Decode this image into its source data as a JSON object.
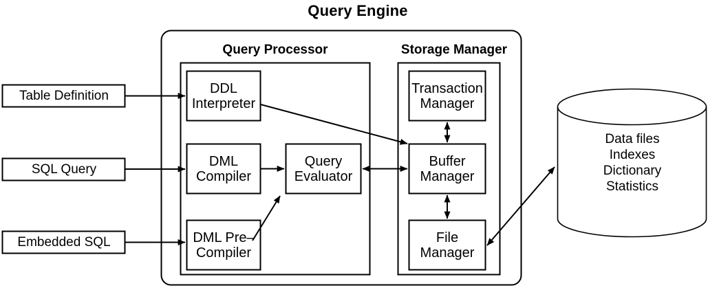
{
  "diagram": {
    "title": "Query Engine",
    "type": "block-diagram",
    "background_color": "#ffffff",
    "stroke_color": "#000000"
  },
  "groups": {
    "query_processor": {
      "title": "Query Processor"
    },
    "storage_manager": {
      "title": "Storage Manager"
    }
  },
  "inputs": [
    {
      "label": "Table Definition"
    },
    {
      "label": "SQL Query"
    },
    {
      "label": "Embedded SQL"
    }
  ],
  "query_processor_nodes": [
    {
      "label": "DDL\nInterpreter"
    },
    {
      "label": "DML\nCompiler"
    },
    {
      "label": "DML Pre–\nCompiler"
    },
    {
      "label": "Query\nEvaluator"
    }
  ],
  "storage_manager_nodes": [
    {
      "label": "Transaction\nManager"
    },
    {
      "label": "Buffer\nManager"
    },
    {
      "label": "File\nManager"
    }
  ],
  "datastore": {
    "shape": "cylinder",
    "lines": [
      "Data files",
      "Indexes",
      "Dictionary",
      "Statistics"
    ],
    "text": "Data files\nIndexes\nDictionary\nStatistics"
  },
  "connections": [
    {
      "from": "Table Definition",
      "to": "DDL Interpreter",
      "style": "arrow"
    },
    {
      "from": "SQL Query",
      "to": "DML Compiler",
      "style": "arrow"
    },
    {
      "from": "Embedded SQL",
      "to": "DML Pre-Compiler",
      "style": "arrow"
    },
    {
      "from": "DDL Interpreter",
      "to": "Buffer Manager",
      "style": "arrow"
    },
    {
      "from": "DML Compiler",
      "to": "Query Evaluator",
      "style": "arrow"
    },
    {
      "from": "DML Pre-Compiler",
      "to": "Query Evaluator",
      "style": "arrow"
    },
    {
      "from": "Query Evaluator",
      "to": "Buffer Manager",
      "style": "double-arrow"
    },
    {
      "from": "Transaction Manager",
      "to": "Buffer Manager",
      "style": "double-arrow"
    },
    {
      "from": "Buffer Manager",
      "to": "File Manager",
      "style": "double-arrow"
    },
    {
      "from": "File Manager",
      "to": "Data store",
      "style": "double-arrow"
    }
  ]
}
